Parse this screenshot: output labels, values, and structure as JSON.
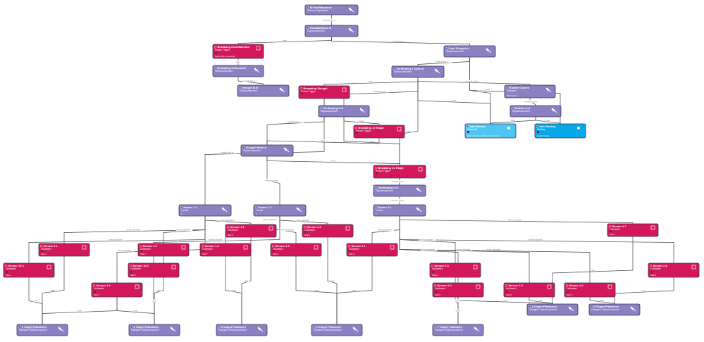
{
  "colors": {
    "object": "#8a80c2",
    "sensor": "#d3175a",
    "info": "#4fc6f2",
    "info2": "#06a8e8",
    "border": "#3a3550",
    "edge": "#444444"
  },
  "edge_labels": {
    "contains": "heeft onderdeel",
    "located": "bevindt zich in",
    "measures": "meet"
  },
  "nodes": [
    {
      "id": "n1",
      "title": "AI Hoofdkantoor",
      "sub": "Gebouw Organisatie",
      "type": "object"
    },
    {
      "id": "n2",
      "title": "Hoofdkantoor.nl",
      "sub": "Objectcomponent",
      "type": "object"
    },
    {
      "id": "n3",
      "title": "Bewaking Hoofdkantoor",
      "sub": "Sensor Trigger",
      "type": "sensor",
      "extra": "Storing bij 3 sensoren"
    },
    {
      "id": "n4",
      "title": "Bewaking Gebouw.nl",
      "sub": "Objectcomponent",
      "type": "object"
    },
    {
      "id": "n5",
      "title": "Vleugel B.nl",
      "sub": "Objectcomponent",
      "type": "object"
    },
    {
      "id": "n6",
      "title": "Oost Vleugel.nl",
      "sub": "Objectcomponent",
      "type": "object"
    },
    {
      "id": "n7",
      "title": "Verdieping 1 Oost.nl",
      "sub": "Objectcomponent",
      "type": "object"
    },
    {
      "id": "n8",
      "title": "Bewaking Vleugel",
      "sub": "Sensor Trigger",
      "type": "sensor"
    },
    {
      "id": "n9",
      "title": "Verdieping 1.nl",
      "sub": "Objectcomponent",
      "type": "object"
    },
    {
      "id": "n10",
      "title": "Ruimte Oost.nl",
      "sub": "Categorie",
      "type": "object",
      "extra": "Werkruimte"
    },
    {
      "id": "n11",
      "title": "Ruimte 2.nl",
      "sub": "Objectcomponent",
      "type": "object"
    },
    {
      "id": "n12",
      "title": "Info Ruimte",
      "sub": "Informatie",
      "type": "info",
      "extra": "Alle sensoren werken binnen norm"
    },
    {
      "id": "n13",
      "title": "Info Storing",
      "sub": "Melding",
      "type": "info2",
      "extra": "Geen storing"
    },
    {
      "id": "n14",
      "title": "Bewaking 1e Etage",
      "sub": "Sensor Trigger",
      "type": "sensor"
    },
    {
      "id": "n15",
      "title": "Vleugel West.nl",
      "sub": "Objectcomponent",
      "type": "object"
    },
    {
      "id": "n16",
      "title": "Bewaking 2e Etage",
      "sub": "Sensor Trigger",
      "type": "sensor"
    },
    {
      "id": "n17",
      "title": "Verdieping 2.nl",
      "sub": "Objectcomponent",
      "type": "object"
    },
    {
      "id": "n18",
      "title": "Kamer 1.1",
      "sub": "Locatie",
      "type": "object",
      "extra": "1"
    },
    {
      "id": "n19",
      "title": "Kamer 1.2",
      "sub": "Locatie",
      "type": "object",
      "extra": "1"
    },
    {
      "id": "n20",
      "title": "Kamer 2.1",
      "sub": "Locatie",
      "type": "object",
      "extra": "1"
    },
    {
      "id": "n21",
      "title": "Sensor 1.6",
      "sub": "Lichtmeter",
      "type": "sensor",
      "extra": "Stat 3"
    },
    {
      "id": "n22",
      "title": "Sensor 2.2",
      "sub": "Lichtmeter",
      "type": "sensor",
      "extra": "Stat 3"
    },
    {
      "id": "n23",
      "title": "Sensor 2.7",
      "sub": "Lichtmeter",
      "type": "sensor",
      "extra": "Stat 3"
    },
    {
      "id": "n24",
      "title": "Sensor 1.1",
      "sub": "Lichtmeter",
      "type": "sensor",
      "extra": "Stat 1"
    },
    {
      "id": "n25",
      "title": "Sensor 1.3",
      "sub": "Lichtmeter",
      "type": "sensor",
      "extra": "Stat 7"
    },
    {
      "id": "n26",
      "title": "Sensor 1.4",
      "sub": "Lichtmeter",
      "type": "sensor",
      "extra": "Stat 7"
    },
    {
      "id": "n27",
      "title": "Sensor 1.5",
      "sub": "Lichtmeter",
      "type": "sensor",
      "extra": "Stat 3"
    },
    {
      "id": "n28",
      "title": "Sensor 2.1",
      "sub": "Lichtmeter",
      "type": "sensor",
      "extra": "Stat 3"
    },
    {
      "id": "n29",
      "title": "Sensor 10.1",
      "sub": "Lichtmeter",
      "type": "sensor",
      "extra": "Stat 1"
    },
    {
      "id": "n30",
      "title": "Sensor 10.2",
      "sub": "Lichtmeter",
      "type": "sensor",
      "extra": "Stat 1"
    },
    {
      "id": "n31",
      "title": "Sensor 2.3",
      "sub": "Lichtmeter",
      "type": "sensor",
      "extra": "Stat 3"
    },
    {
      "id": "n32",
      "title": "Sensor 2.8",
      "sub": "Lichtmeter",
      "type": "sensor",
      "extra": "Stat 3"
    },
    {
      "id": "n33",
      "title": "Sensor 1.2",
      "sub": "Lichtmeter",
      "type": "sensor",
      "extra": "Stat 1"
    },
    {
      "id": "n34",
      "title": "Sensor 2.4",
      "sub": "Lichtmeter",
      "type": "sensor",
      "extra": "Stat 3"
    },
    {
      "id": "n35",
      "title": "Sensor 2.5",
      "sub": "Lichtmeter",
      "type": "sensor",
      "extra": "Stat 3"
    },
    {
      "id": "n36",
      "title": "Sensor 2.6",
      "sub": "Lichtmeter",
      "type": "sensor",
      "extra": "Stat 3"
    },
    {
      "id": "n37",
      "title": "4 Vlugel Plantsoen",
      "sub": "Categorie Objectcomponent",
      "type": "object"
    },
    {
      "id": "n38",
      "title": "5 Vlugel Plantsoen",
      "sub": "Categorie Objectcomponent",
      "type": "object"
    },
    {
      "id": "n39",
      "title": "1 Vlugel Plantsoen",
      "sub": "Categorie Objectcomponent",
      "type": "object"
    },
    {
      "id": "n40",
      "title": "2 Vlugel Plantsoen",
      "sub": "Categorie Objectcomponent",
      "type": "object"
    },
    {
      "id": "n41",
      "title": "3 Vlugel Plantsoen",
      "sub": "Categorie Objectcomponent",
      "type": "object"
    },
    {
      "id": "n42",
      "title": "6 Vlugel Plantsoen",
      "sub": "Categorie Objectcomponent",
      "type": "object"
    },
    {
      "id": "n43",
      "title": "7 Vlugel Plantsoen",
      "sub": "Categorie Objectcomponent",
      "type": "object"
    }
  ]
}
